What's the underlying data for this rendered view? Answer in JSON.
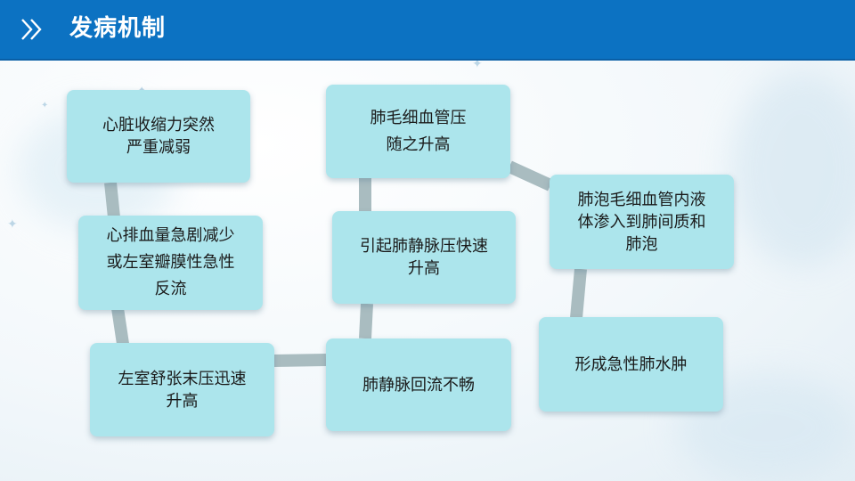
{
  "header": {
    "title": "发病机制",
    "icon": "double-chevron-right-icon",
    "bg_color": "#0c72c2"
  },
  "diagram": {
    "box_color": "#ace5ec",
    "connector_color": "#a9bcc0",
    "nodes": {
      "n1": "心脏收缩力突然\n严重减弱",
      "n2": "心排血量急剧减少\n或左室瓣膜性急性\n反流",
      "n3": "左室舒张末压迅速\n升高",
      "n4": "肺静脉回流不畅",
      "n5": "引起肺静脉压快速\n升高",
      "n6": "肺毛细血管压\n随之升高",
      "n7": "肺泡毛细血管内液\n体渗入到肺间质和\n肺泡",
      "n8": "形成急性肺水肿"
    },
    "flow": [
      "n1",
      "n2",
      "n3",
      "n4",
      "n5",
      "n6",
      "n7",
      "n8"
    ]
  }
}
